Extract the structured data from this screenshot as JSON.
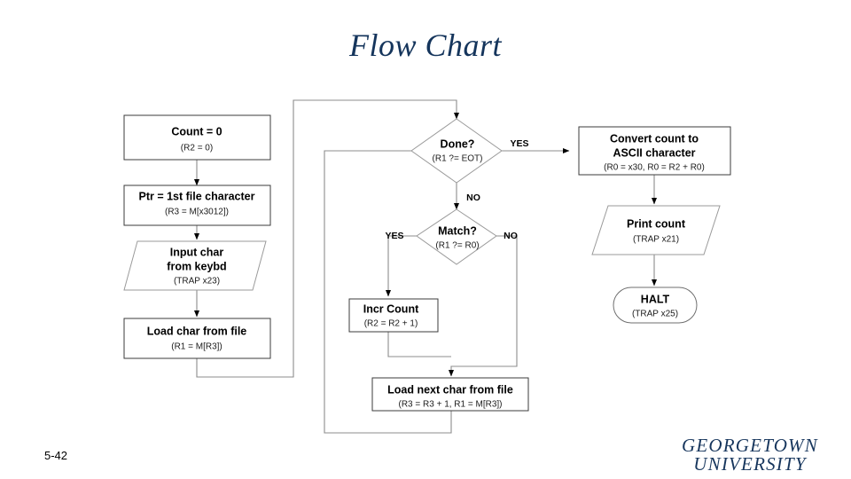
{
  "slide": {
    "title": "Flow Chart",
    "page_number": "5-42",
    "brand": {
      "line1": "GEORGETOWN",
      "line2": "UNIVERSITY",
      "color": "#17365d"
    },
    "title_color": "#15355c"
  },
  "flowchart": {
    "nodes": [
      {
        "id": "count-zero",
        "shape": "rect",
        "main": "Count = 0",
        "sub": "(R2 = 0)"
      },
      {
        "id": "ptr-first-char",
        "shape": "rect",
        "main": "Ptr = 1st file character",
        "sub": "(R3 = M[x3012])"
      },
      {
        "id": "input-char",
        "shape": "parallelogram",
        "main_line1": "Input char",
        "main_line2": "from keybd",
        "sub": "(TRAP x23)"
      },
      {
        "id": "load-char",
        "shape": "rect",
        "main": "Load char from file",
        "sub": "(R1 = M[R3])"
      },
      {
        "id": "done-decision",
        "shape": "diamond",
        "main": "Done?",
        "sub": "(R1 ?= EOT)"
      },
      {
        "id": "match-decision",
        "shape": "diamond",
        "main": "Match?",
        "sub": "(R1 ?= R0)"
      },
      {
        "id": "incr-count",
        "shape": "rect",
        "main": "Incr Count",
        "sub": "(R2 = R2 + 1)"
      },
      {
        "id": "load-next-char",
        "shape": "rect",
        "main": "Load next char from file",
        "sub": "(R3 = R3 + 1, R1 = M[R3])"
      },
      {
        "id": "convert-ascii",
        "shape": "rect",
        "main_line1": "Convert count to",
        "main_line2": "ASCII character",
        "sub": "(R0 = x30, R0 = R2 + R0)"
      },
      {
        "id": "print-count",
        "shape": "parallelogram",
        "main": "Print count",
        "sub": "(TRAP x21)"
      },
      {
        "id": "halt",
        "shape": "stadium",
        "main": "HALT",
        "sub": "(TRAP x25)"
      }
    ],
    "branch_labels": {
      "done_yes": "YES",
      "done_no": "NO",
      "match_yes": "YES",
      "match_no": "NO"
    }
  }
}
